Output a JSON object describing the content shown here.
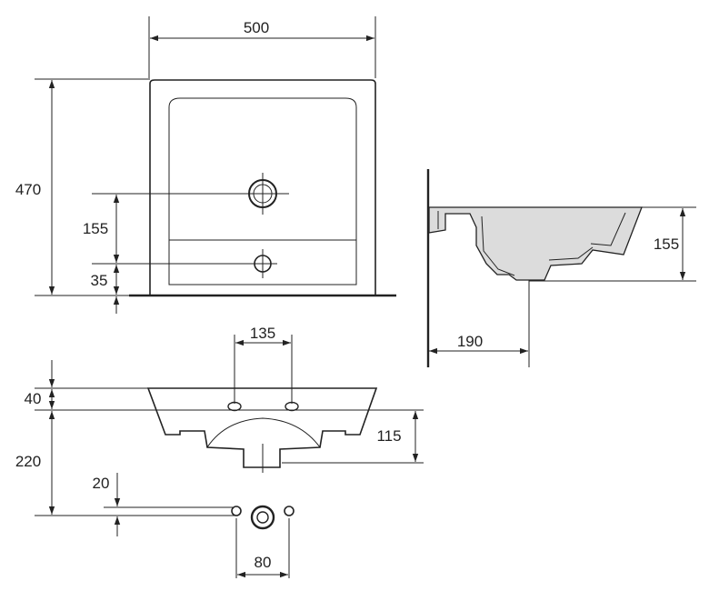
{
  "dimensions": {
    "top_width": "500",
    "top_height": "470",
    "tap_hole_height": "155",
    "overflow_height": "35",
    "side_depth": "190",
    "side_height": "155",
    "tap_spacing": "135",
    "rim_thickness": "40",
    "front_height": "220",
    "bowl_depth": "115",
    "bracket_offset": "20",
    "bracket_spacing": "80"
  }
}
